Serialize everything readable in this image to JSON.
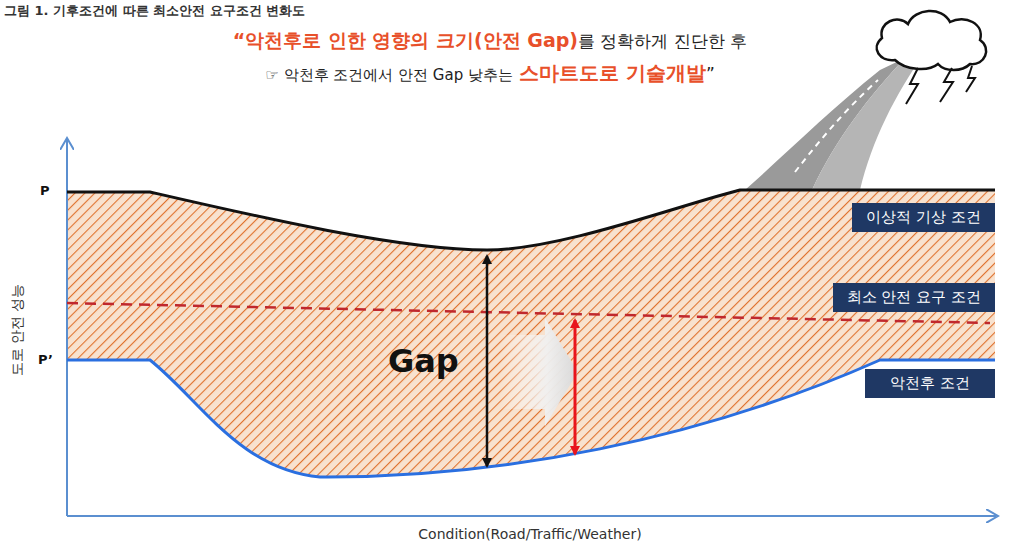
{
  "diagram": {
    "title": "그림 1. 기후조건에 따른 최소안전 요구조건 변화도",
    "nodes": [
      {
        "text": [
          "이상적 기상 조건"
        ]
      },
      {
        "text": [
          "최소 안전 요구 조건"
        ]
      },
      {
        "text": [
          "악천후 조건"
        ]
      }
    ],
    "labels": [
      "“악천후로 인한 영향의 크기(안전 Gap)",
      "를 정확하게 진단한 후",
      "☞ 악천후 조건에서 안전 Gap 낮추는",
      "스마트도로 기술개발",
      "”",
      "P",
      "P’",
      "도로 안전 성능",
      "Gap",
      "Condition(Road/Traffic/Weather)"
    ]
  }
}
